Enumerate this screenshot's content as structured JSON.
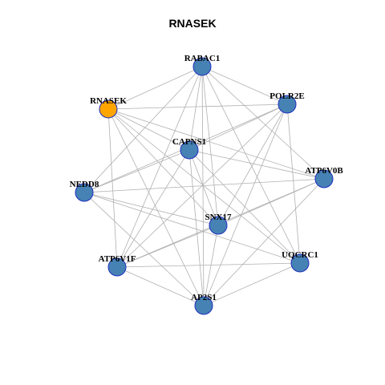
{
  "title": "RNASEK",
  "colors": {
    "edge": "#b0b0b0",
    "node_default": "#4682b4",
    "node_highlight": "#ffa500",
    "node_border": "#1f2fbf"
  },
  "nodes": [
    {
      "id": "RABAC1",
      "label": "RABAC1",
      "highlight": false
    },
    {
      "id": "POLR2E",
      "label": "POLR2E",
      "highlight": false
    },
    {
      "id": "RNASEK",
      "label": "RNASEK",
      "highlight": true
    },
    {
      "id": "CAPNS1",
      "label": "CAPNS1",
      "highlight": false
    },
    {
      "id": "ATP6V0B",
      "label": "ATP6V0B",
      "highlight": false
    },
    {
      "id": "NEDD8",
      "label": "NEDD8",
      "highlight": false
    },
    {
      "id": "SNX17",
      "label": "SNX17",
      "highlight": false
    },
    {
      "id": "UQCRC1",
      "label": "UQCRC1",
      "highlight": false
    },
    {
      "id": "ATP6V1F",
      "label": "ATP6V1F",
      "highlight": false
    },
    {
      "id": "AP2S1",
      "label": "AP2S1",
      "highlight": false
    }
  ],
  "edges": [
    [
      "RABAC1",
      "RNASEK"
    ],
    [
      "RABAC1",
      "POLR2E"
    ],
    [
      "RABAC1",
      "CAPNS1"
    ],
    [
      "RABAC1",
      "ATP6V0B"
    ],
    [
      "RABAC1",
      "NEDD8"
    ],
    [
      "RABAC1",
      "SNX17"
    ],
    [
      "RABAC1",
      "UQCRC1"
    ],
    [
      "RABAC1",
      "ATP6V1F"
    ],
    [
      "RABAC1",
      "AP2S1"
    ],
    [
      "POLR2E",
      "RNASEK"
    ],
    [
      "POLR2E",
      "CAPNS1"
    ],
    [
      "POLR2E",
      "NEDD8"
    ],
    [
      "POLR2E",
      "SNX17"
    ],
    [
      "POLR2E",
      "UQCRC1"
    ],
    [
      "POLR2E",
      "ATP6V1F"
    ],
    [
      "POLR2E",
      "AP2S1"
    ],
    [
      "RNASEK",
      "CAPNS1"
    ],
    [
      "RNASEK",
      "ATP6V0B"
    ],
    [
      "RNASEK",
      "SNX17"
    ],
    [
      "RNASEK",
      "UQCRC1"
    ],
    [
      "RNASEK",
      "ATP6V1F"
    ],
    [
      "RNASEK",
      "AP2S1"
    ],
    [
      "CAPNS1",
      "ATP6V0B"
    ],
    [
      "CAPNS1",
      "NEDD8"
    ],
    [
      "CAPNS1",
      "SNX17"
    ],
    [
      "CAPNS1",
      "UQCRC1"
    ],
    [
      "CAPNS1",
      "ATP6V1F"
    ],
    [
      "CAPNS1",
      "AP2S1"
    ],
    [
      "ATP6V0B",
      "NEDD8"
    ],
    [
      "ATP6V0B",
      "SNX17"
    ],
    [
      "ATP6V0B",
      "ATP6V1F"
    ],
    [
      "ATP6V0B",
      "AP2S1"
    ],
    [
      "NEDD8",
      "SNX17"
    ],
    [
      "NEDD8",
      "UQCRC1"
    ],
    [
      "NEDD8",
      "AP2S1"
    ],
    [
      "SNX17",
      "ATP6V1F"
    ],
    [
      "SNX17",
      "AP2S1"
    ],
    [
      "UQCRC1",
      "ATP6V1F"
    ],
    [
      "UQCRC1",
      "AP2S1"
    ],
    [
      "ATP6V1F",
      "AP2S1"
    ]
  ]
}
